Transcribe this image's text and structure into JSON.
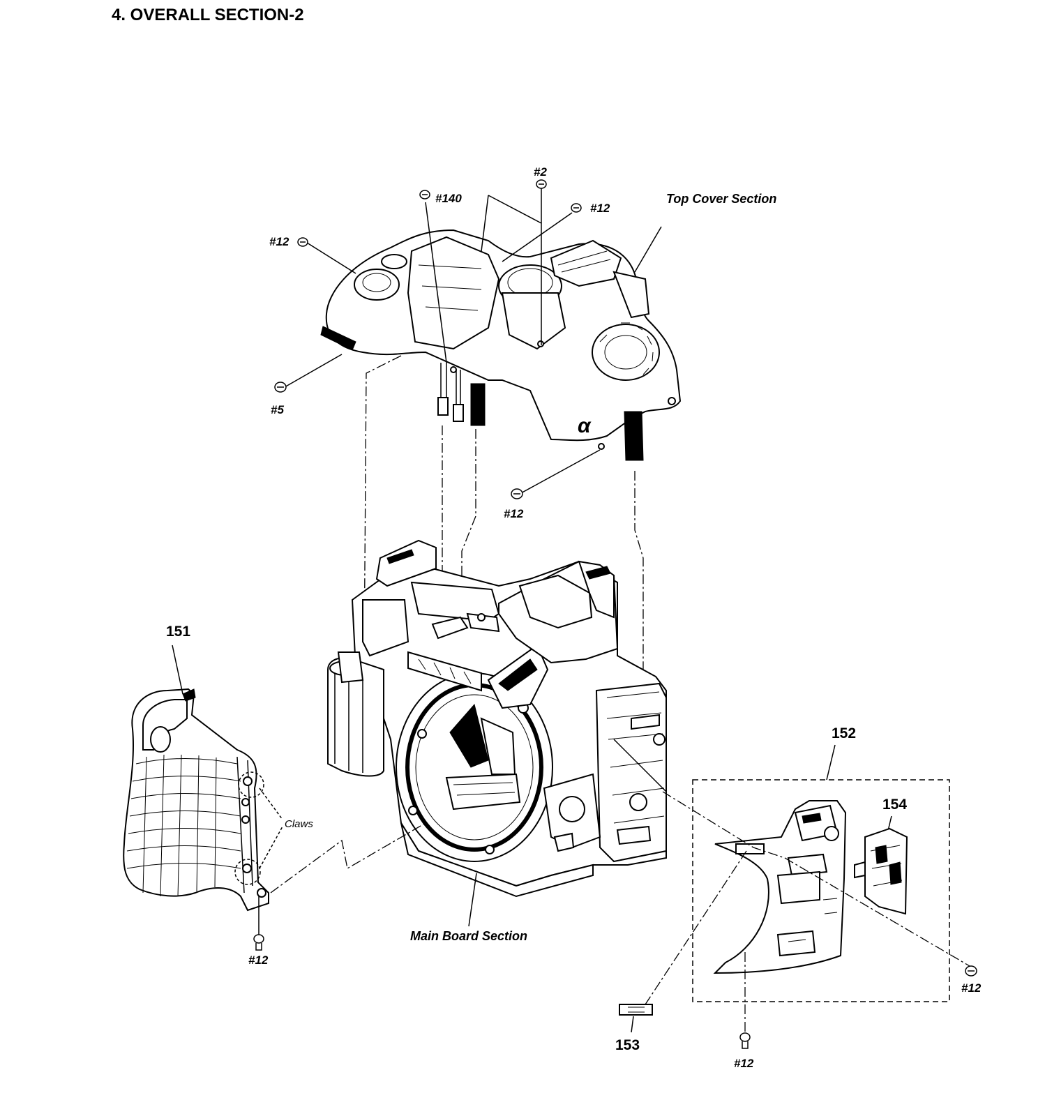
{
  "title": "4. OVERALL SECTION-2",
  "section_labels": {
    "top_cover": "Top Cover Section",
    "main_board": "Main Board Section",
    "claws": "Claws"
  },
  "part_numbers": {
    "p151": "151",
    "p152": "152",
    "p153": "153",
    "p154": "154"
  },
  "screws": {
    "s140": "#140",
    "s2": "#2",
    "s12_top": "#12",
    "s12_left": "#12",
    "s5": "#5",
    "s12_mid": "#12",
    "s12_grip": "#12",
    "s12_right": "#12",
    "s12_bottom": "#12"
  },
  "marks": {
    "alpha_logo": "α"
  }
}
